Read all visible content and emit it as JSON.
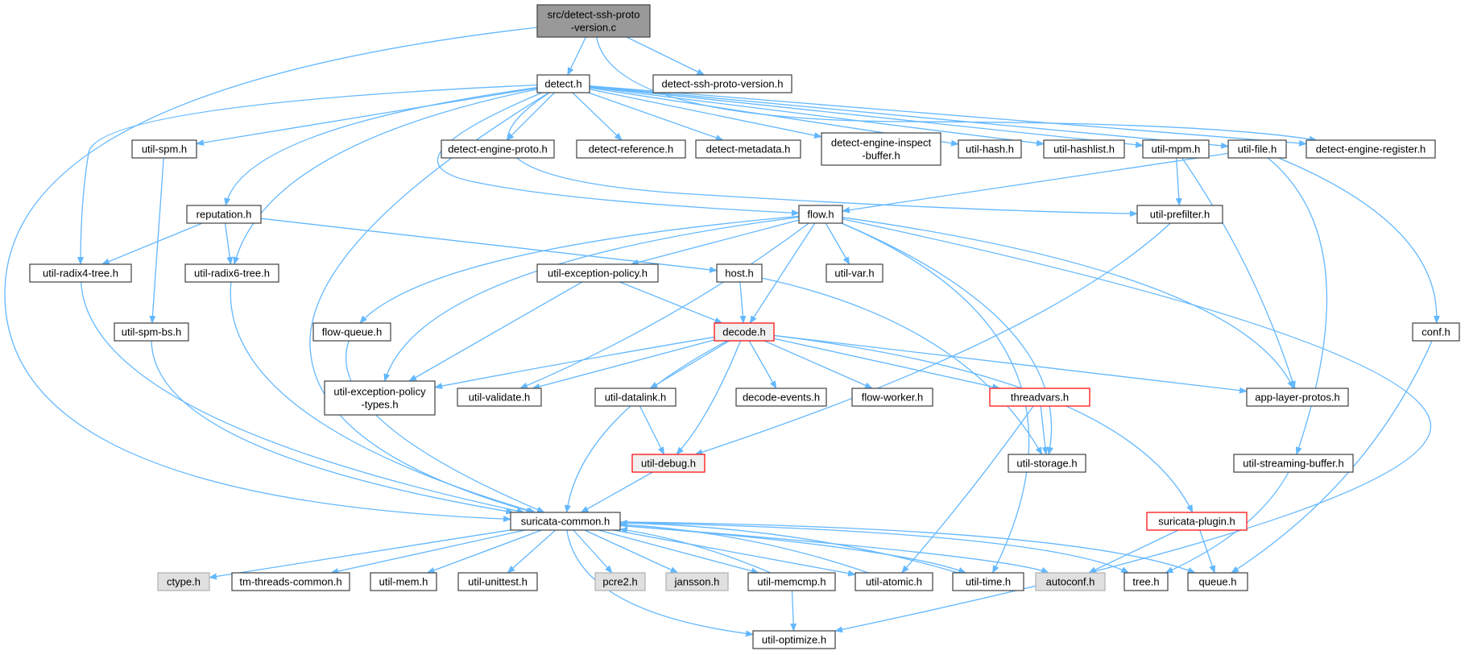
{
  "colors": {
    "edge": "#63b8ff",
    "border_default": "#404040",
    "border_red": "#ff0000",
    "fill_default": "#ffffff",
    "fill_root": "#999999",
    "fill_gray": "#e0e0e0",
    "text": "#000000"
  },
  "nodes": [
    {
      "id": "root",
      "lines": [
        "src/detect-ssh-proto",
        "-version.c"
      ],
      "style": "root"
    },
    {
      "id": "detect_h",
      "lines": [
        "detect.h"
      ],
      "style": "normal"
    },
    {
      "id": "detect_ssh_proto_version_h",
      "lines": [
        "detect-ssh-proto-version.h"
      ],
      "style": "normal"
    },
    {
      "id": "util_spm_h",
      "lines": [
        "util-spm.h"
      ],
      "style": "normal"
    },
    {
      "id": "detect_engine_proto_h",
      "lines": [
        "detect-engine-proto.h"
      ],
      "style": "normal"
    },
    {
      "id": "detect_reference_h",
      "lines": [
        "detect-reference.h"
      ],
      "style": "normal"
    },
    {
      "id": "detect_metadata_h",
      "lines": [
        "detect-metadata.h"
      ],
      "style": "normal"
    },
    {
      "id": "detect_engine_inspect_buffer_h",
      "lines": [
        "detect-engine-inspect",
        "-buffer.h"
      ],
      "style": "normal"
    },
    {
      "id": "util_hash_h",
      "lines": [
        "util-hash.h"
      ],
      "style": "normal"
    },
    {
      "id": "util_hashlist_h",
      "lines": [
        "util-hashlist.h"
      ],
      "style": "normal"
    },
    {
      "id": "util_mpm_h",
      "lines": [
        "util-mpm.h"
      ],
      "style": "normal"
    },
    {
      "id": "util_file_h",
      "lines": [
        "util-file.h"
      ],
      "style": "normal"
    },
    {
      "id": "detect_engine_register_h",
      "lines": [
        "detect-engine-register.h"
      ],
      "style": "normal"
    },
    {
      "id": "reputation_h",
      "lines": [
        "reputation.h"
      ],
      "style": "normal"
    },
    {
      "id": "flow_h",
      "lines": [
        "flow.h"
      ],
      "style": "normal"
    },
    {
      "id": "util_prefilter_h",
      "lines": [
        "util-prefilter.h"
      ],
      "style": "normal"
    },
    {
      "id": "util_radix4_tree_h",
      "lines": [
        "util-radix4-tree.h"
      ],
      "style": "normal"
    },
    {
      "id": "util_radix6_tree_h",
      "lines": [
        "util-radix6-tree.h"
      ],
      "style": "normal"
    },
    {
      "id": "util_exception_policy_h",
      "lines": [
        "util-exception-policy.h"
      ],
      "style": "normal"
    },
    {
      "id": "host_h",
      "lines": [
        "host.h"
      ],
      "style": "normal"
    },
    {
      "id": "util_var_h",
      "lines": [
        "util-var.h"
      ],
      "style": "normal"
    },
    {
      "id": "util_spm_bs_h",
      "lines": [
        "util-spm-bs.h"
      ],
      "style": "normal"
    },
    {
      "id": "flow_queue_h",
      "lines": [
        "flow-queue.h"
      ],
      "style": "normal"
    },
    {
      "id": "decode_h",
      "lines": [
        "decode.h"
      ],
      "style": "red"
    },
    {
      "id": "conf_h",
      "lines": [
        "conf.h"
      ],
      "style": "normal"
    },
    {
      "id": "util_exception_policy_types_h",
      "lines": [
        "util-exception-policy",
        "-types.h"
      ],
      "style": "normal"
    },
    {
      "id": "util_validate_h",
      "lines": [
        "util-validate.h"
      ],
      "style": "normal"
    },
    {
      "id": "util_datalink_h",
      "lines": [
        "util-datalink.h"
      ],
      "style": "normal"
    },
    {
      "id": "decode_events_h",
      "lines": [
        "decode-events.h"
      ],
      "style": "normal"
    },
    {
      "id": "flow_worker_h",
      "lines": [
        "flow-worker.h"
      ],
      "style": "normal"
    },
    {
      "id": "threadvars_h",
      "lines": [
        "threadvars.h"
      ],
      "style": "red"
    },
    {
      "id": "app_layer_protos_h",
      "lines": [
        "app-layer-protos.h"
      ],
      "style": "normal"
    },
    {
      "id": "util_debug_h",
      "lines": [
        "util-debug.h"
      ],
      "style": "red"
    },
    {
      "id": "util_storage_h",
      "lines": [
        "util-storage.h"
      ],
      "style": "normal"
    },
    {
      "id": "util_streaming_buffer_h",
      "lines": [
        "util-streaming-buffer.h"
      ],
      "style": "normal"
    },
    {
      "id": "suricata_common_h",
      "lines": [
        "suricata-common.h"
      ],
      "style": "normal"
    },
    {
      "id": "suricata_plugin_h",
      "lines": [
        "suricata-plugin.h"
      ],
      "style": "red"
    },
    {
      "id": "ctype_h",
      "lines": [
        "ctype.h"
      ],
      "style": "gray"
    },
    {
      "id": "tm_threads_common_h",
      "lines": [
        "tm-threads-common.h"
      ],
      "style": "normal"
    },
    {
      "id": "util_mem_h",
      "lines": [
        "util-mem.h"
      ],
      "style": "normal"
    },
    {
      "id": "util_unittest_h",
      "lines": [
        "util-unittest.h"
      ],
      "style": "normal"
    },
    {
      "id": "pcre2_h",
      "lines": [
        "pcre2.h"
      ],
      "style": "gray"
    },
    {
      "id": "jansson_h",
      "lines": [
        "jansson.h"
      ],
      "style": "gray"
    },
    {
      "id": "util_memcmp_h",
      "lines": [
        "util-memcmp.h"
      ],
      "style": "normal"
    },
    {
      "id": "util_atomic_h",
      "lines": [
        "util-atomic.h"
      ],
      "style": "normal"
    },
    {
      "id": "util_time_h",
      "lines": [
        "util-time.h"
      ],
      "style": "normal"
    },
    {
      "id": "autoconf_h",
      "lines": [
        "autoconf.h"
      ],
      "style": "gray"
    },
    {
      "id": "tree_h",
      "lines": [
        "tree.h"
      ],
      "style": "normal"
    },
    {
      "id": "queue_h",
      "lines": [
        "queue.h"
      ],
      "style": "normal"
    },
    {
      "id": "util_optimize_h",
      "lines": [
        "util-optimize.h"
      ],
      "style": "normal"
    }
  ],
  "edges": [
    [
      "root",
      "detect_h"
    ],
    [
      "root",
      "detect_ssh_proto_version_h"
    ],
    [
      "root",
      "suricata_common_h"
    ],
    [
      "root",
      "detect_engine_register_h"
    ],
    [
      "detect_h",
      "util_spm_h"
    ],
    [
      "detect_h",
      "detect_engine_proto_h"
    ],
    [
      "detect_h",
      "detect_reference_h"
    ],
    [
      "detect_h",
      "detect_metadata_h"
    ],
    [
      "detect_h",
      "detect_engine_inspect_buffer_h"
    ],
    [
      "detect_h",
      "util_hash_h"
    ],
    [
      "detect_h",
      "util_hashlist_h"
    ],
    [
      "detect_h",
      "util_mpm_h"
    ],
    [
      "detect_h",
      "util_file_h"
    ],
    [
      "detect_h",
      "detect_engine_register_h"
    ],
    [
      "detect_h",
      "reputation_h"
    ],
    [
      "detect_h",
      "flow_h"
    ],
    [
      "detect_h",
      "util_prefilter_h"
    ],
    [
      "detect_h",
      "util_radix4_tree_h"
    ],
    [
      "detect_h",
      "util_radix6_tree_h"
    ],
    [
      "detect_h",
      "suricata_common_h"
    ],
    [
      "util_spm_h",
      "util_spm_bs_h"
    ],
    [
      "util_spm_bs_h",
      "suricata_common_h"
    ],
    [
      "util_mpm_h",
      "util_prefilter_h"
    ],
    [
      "util_mpm_h",
      "app_layer_protos_h"
    ],
    [
      "util_file_h",
      "flow_h"
    ],
    [
      "util_file_h",
      "conf_h"
    ],
    [
      "util_file_h",
      "util_streaming_buffer_h"
    ],
    [
      "reputation_h",
      "util_radix4_tree_h"
    ],
    [
      "reputation_h",
      "util_radix6_tree_h"
    ],
    [
      "reputation_h",
      "host_h"
    ],
    [
      "util_radix4_tree_h",
      "suricata_common_h"
    ],
    [
      "util_radix6_tree_h",
      "suricata_common_h"
    ],
    [
      "flow_h",
      "util_exception_policy_h"
    ],
    [
      "flow_h",
      "util_var_h"
    ],
    [
      "flow_h",
      "decode_h"
    ],
    [
      "flow_h",
      "flow_queue_h"
    ],
    [
      "flow_h",
      "util_exception_policy_types_h"
    ],
    [
      "flow_h",
      "util_validate_h"
    ],
    [
      "flow_h",
      "util_storage_h"
    ],
    [
      "flow_h",
      "app_layer_protos_h"
    ],
    [
      "flow_h",
      "util_time_h"
    ],
    [
      "flow_h",
      "util_optimize_h"
    ],
    [
      "util_prefilter_h",
      "util_debug_h"
    ],
    [
      "util_exception_policy_h",
      "decode_h"
    ],
    [
      "util_exception_policy_h",
      "util_exception_policy_types_h"
    ],
    [
      "host_h",
      "decode_h"
    ],
    [
      "host_h",
      "util_storage_h"
    ],
    [
      "flow_queue_h",
      "suricata_common_h"
    ],
    [
      "decode_h",
      "util_exception_policy_types_h"
    ],
    [
      "decode_h",
      "util_validate_h"
    ],
    [
      "decode_h",
      "util_datalink_h"
    ],
    [
      "decode_h",
      "decode_events_h"
    ],
    [
      "decode_h",
      "flow_worker_h"
    ],
    [
      "decode_h",
      "threadvars_h"
    ],
    [
      "decode_h",
      "app_layer_protos_h"
    ],
    [
      "decode_h",
      "util_debug_h"
    ],
    [
      "decode_h",
      "suricata_common_h"
    ],
    [
      "decode_h",
      "suricata_plugin_h"
    ],
    [
      "util_datalink_h",
      "util_debug_h"
    ],
    [
      "threadvars_h",
      "util_storage_h"
    ],
    [
      "threadvars_h",
      "util_atomic_h"
    ],
    [
      "util_debug_h",
      "suricata_common_h"
    ],
    [
      "conf_h",
      "queue_h"
    ],
    [
      "util_streaming_buffer_h",
      "tree_h"
    ],
    [
      "suricata_plugin_h",
      "autoconf_h"
    ],
    [
      "suricata_plugin_h",
      "queue_h"
    ],
    [
      "suricata_common_h",
      "ctype_h"
    ],
    [
      "suricata_common_h",
      "tm_threads_common_h"
    ],
    [
      "suricata_common_h",
      "util_mem_h"
    ],
    [
      "suricata_common_h",
      "util_unittest_h"
    ],
    [
      "suricata_common_h",
      "pcre2_h"
    ],
    [
      "suricata_common_h",
      "jansson_h"
    ],
    [
      "suricata_common_h",
      "util_memcmp_h"
    ],
    [
      "suricata_common_h",
      "util_atomic_h"
    ],
    [
      "suricata_common_h",
      "util_time_h"
    ],
    [
      "suricata_common_h",
      "autoconf_h"
    ],
    [
      "suricata_common_h",
      "tree_h"
    ],
    [
      "suricata_common_h",
      "queue_h"
    ],
    [
      "suricata_common_h",
      "util_optimize_h"
    ],
    [
      "util_memcmp_h",
      "util_optimize_h"
    ],
    [
      "util_memcmp_h",
      "suricata_common_h"
    ],
    [
      "util_atomic_h",
      "suricata_common_h"
    ],
    [
      "util_time_h",
      "suricata_common_h"
    ]
  ]
}
